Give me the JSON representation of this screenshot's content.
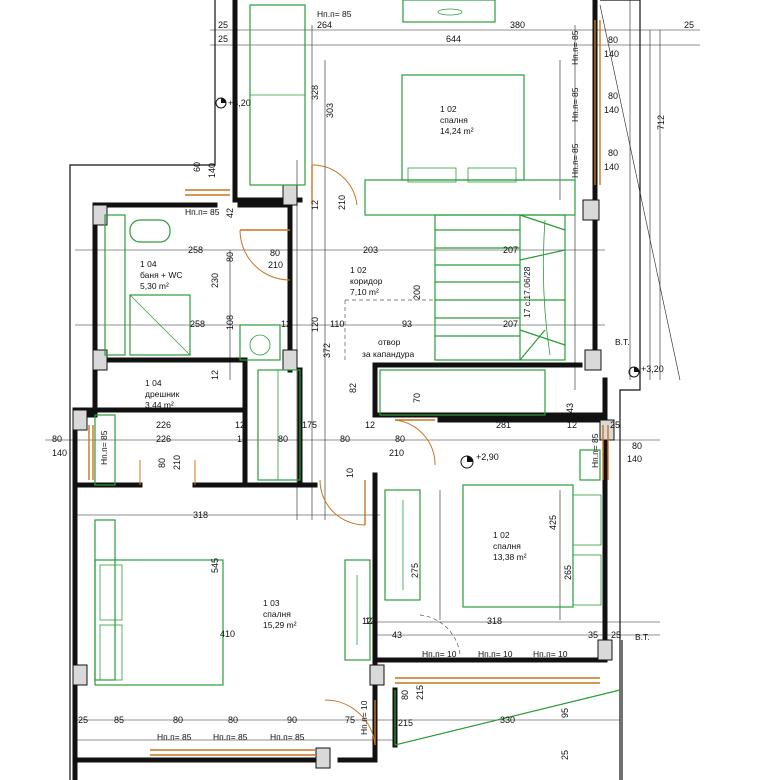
{
  "rooms": [
    {
      "name": "1 02",
      "use": "спалня",
      "area": "14,24 m²"
    },
    {
      "name": "1 02",
      "use": "коридор",
      "area": "7,10 m²"
    },
    {
      "name": "1 04",
      "use": "баня + WC",
      "area": "5,30 m²"
    },
    {
      "name": "1 04",
      "use": "дрешник",
      "area": "3,44 m²"
    },
    {
      "name": "1 02",
      "use": "спалня",
      "area": "13,38 m²"
    },
    {
      "name": "1 03",
      "use": "спалня",
      "area": "15,29 m²"
    }
  ],
  "levels": [
    "+3,20",
    "+3,20",
    "+2,90"
  ],
  "notes": {
    "hatch_opening_line1": "отвор",
    "hatch_opening_line2": "за капандура",
    "vt": "В.Т.",
    "stair": "17 с.17.06/28"
  },
  "sill_labels": {
    "hnp85": "Нп.п= 85",
    "hnp10": "Нп.п= 10"
  },
  "dimensions": {
    "top": [
      "264",
      "380",
      "644",
      "25",
      "25",
      "25"
    ],
    "right": [
      "80",
      "140",
      "80",
      "140",
      "80",
      "140",
      "712"
    ],
    "bed1": [
      "328",
      "303",
      "210",
      "42",
      "12"
    ],
    "corridor": [
      "258",
      "203",
      "207",
      "80",
      "210",
      "200",
      "110",
      "120",
      "93",
      "207",
      "372",
      "82",
      "70",
      "12"
    ],
    "bath": [
      "230",
      "80",
      "258",
      "108",
      "12",
      "60",
      "140"
    ],
    "closet": [
      "226",
      "226",
      "80",
      "210",
      "12",
      "80",
      "80",
      "140"
    ],
    "mid": [
      "80",
      "175",
      "210",
      "12",
      "80",
      "12",
      "281",
      "43",
      "12",
      "80",
      "140",
      "25"
    ],
    "bed3": [
      "318",
      "545",
      "410",
      "85",
      "80",
      "80",
      "90",
      "75",
      "215"
    ],
    "bed2": [
      "318",
      "425",
      "275",
      "265",
      "43",
      "12",
      "35",
      "25"
    ],
    "bottom": [
      "330",
      "215",
      "95",
      "25",
      "80",
      "10",
      "12",
      "25"
    ]
  }
}
